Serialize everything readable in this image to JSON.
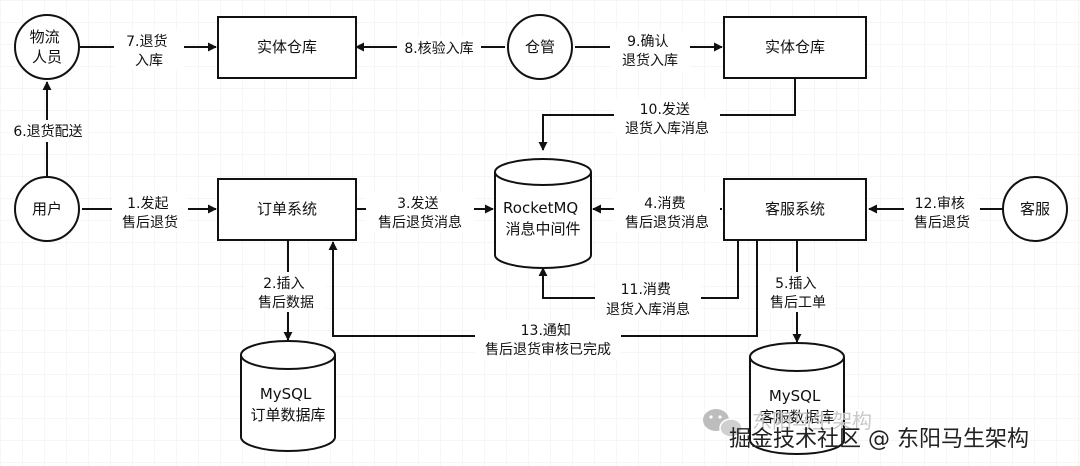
{
  "nodes": {
    "courier": [
      "物流",
      "人员"
    ],
    "warehouse_left": "实体仓库",
    "keeper": "仓管",
    "warehouse_right": "实体仓库",
    "user": "用户",
    "order_system": "订单系统",
    "mq": [
      "RocketMQ",
      "消息中间件"
    ],
    "cs_system": "客服系统",
    "cs_agent": "客服",
    "mysql_order": [
      "MySQL",
      "订单数据库"
    ],
    "mysql_cs": [
      "MySQL",
      "客服数据库"
    ]
  },
  "edges": {
    "e1": [
      "1.发起",
      "售后退货"
    ],
    "e2": [
      "2.插入",
      "售后数据"
    ],
    "e3": [
      "3.发送",
      "售后退货消息"
    ],
    "e4": [
      "4.消费",
      "售后退货消息"
    ],
    "e5": [
      "5.插入",
      "售后工单"
    ],
    "e6": "6.退货配送",
    "e7": [
      "7.退货",
      "入库"
    ],
    "e8": "8.核验入库",
    "e9": [
      "9.确认",
      "退货入库"
    ],
    "e10": [
      "10.发送",
      "退货入库消息"
    ],
    "e11": [
      "11.消费",
      "退货入库消息"
    ],
    "e12": [
      "12.审核",
      "售后退货"
    ],
    "e13": [
      "13.通知",
      "售后退货审核已完成"
    ]
  },
  "watermark": {
    "faint": "东阳马生架构",
    "main": "掘金技术社区 @ 东阳马生架构"
  }
}
